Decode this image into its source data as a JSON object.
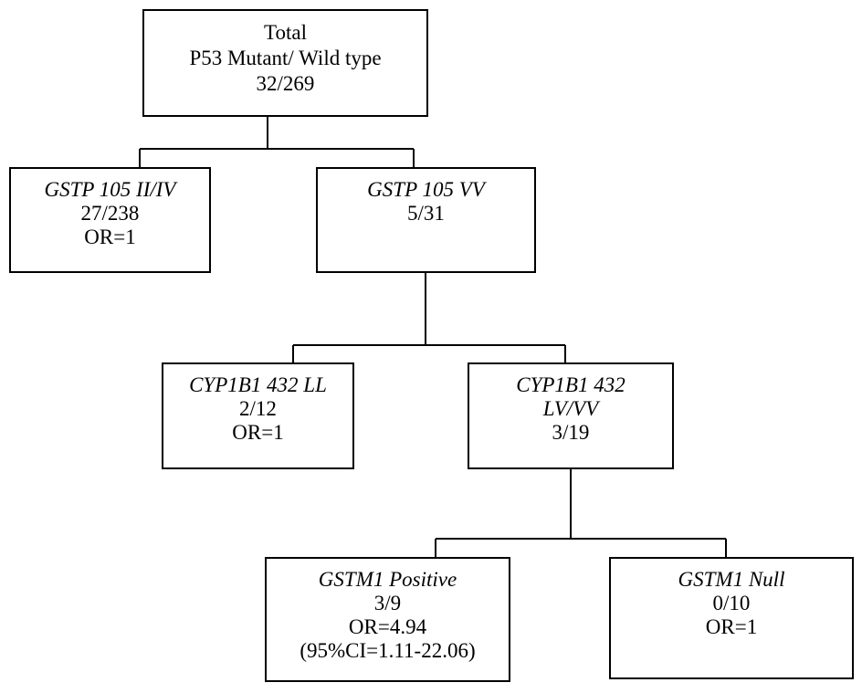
{
  "nodes": {
    "total": {
      "line1": "Total",
      "line2": "P53 Mutant/ Wild type",
      "line3": "32/269"
    },
    "gstp_iv": {
      "genotype": "GSTP 105 II/IV",
      "ratio": "27/238",
      "or": "OR=1"
    },
    "gstp_vv": {
      "genotype": "GSTP 105 VV",
      "ratio": "5/31"
    },
    "cyp_ll": {
      "genotype": "CYP1B1 432 LL",
      "ratio": "2/12",
      "or": "OR=1"
    },
    "cyp_lv": {
      "genotype_line1": "CYP1B1 432",
      "genotype_line2": "LV/VV",
      "ratio": "3/19"
    },
    "gstm_pos": {
      "genotype": "GSTM1 Positive",
      "ratio": "3/9",
      "or": "OR=4.94",
      "ci": "(95%CI=1.11-22.06)"
    },
    "gstm_null": {
      "genotype": "GSTM1 Null",
      "ratio": "0/10",
      "or": "OR=1"
    }
  },
  "colors": {
    "line": "#000000",
    "background": "#ffffff"
  }
}
